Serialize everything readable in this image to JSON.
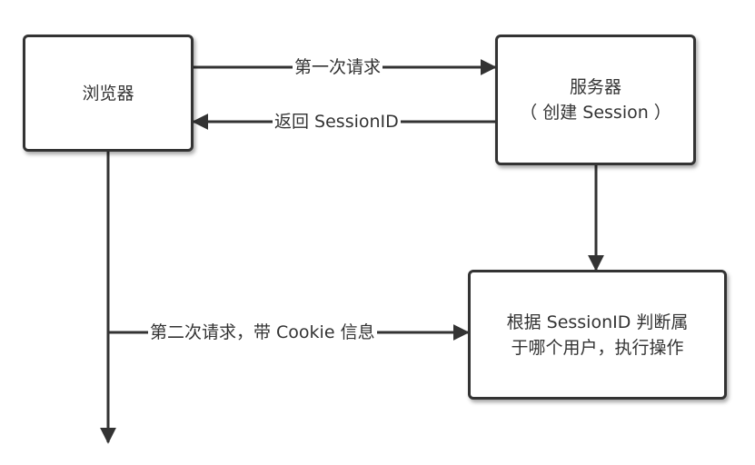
{
  "nodes": {
    "browser": {
      "label": "浏览器"
    },
    "server": {
      "line1": "服务器",
      "line2": "（ 创建 Session ）"
    },
    "handler": {
      "line1": "根据 SessionID 判断属",
      "line2": "于哪个用户，执行操作"
    }
  },
  "edges": {
    "first_request": "第一次请求",
    "return_sessionid": "返回 SessionID",
    "second_request": "第二次请求，带 Cookie 信息"
  },
  "colors": {
    "stroke": "#333333",
    "text": "#333333",
    "background": "#ffffff"
  }
}
